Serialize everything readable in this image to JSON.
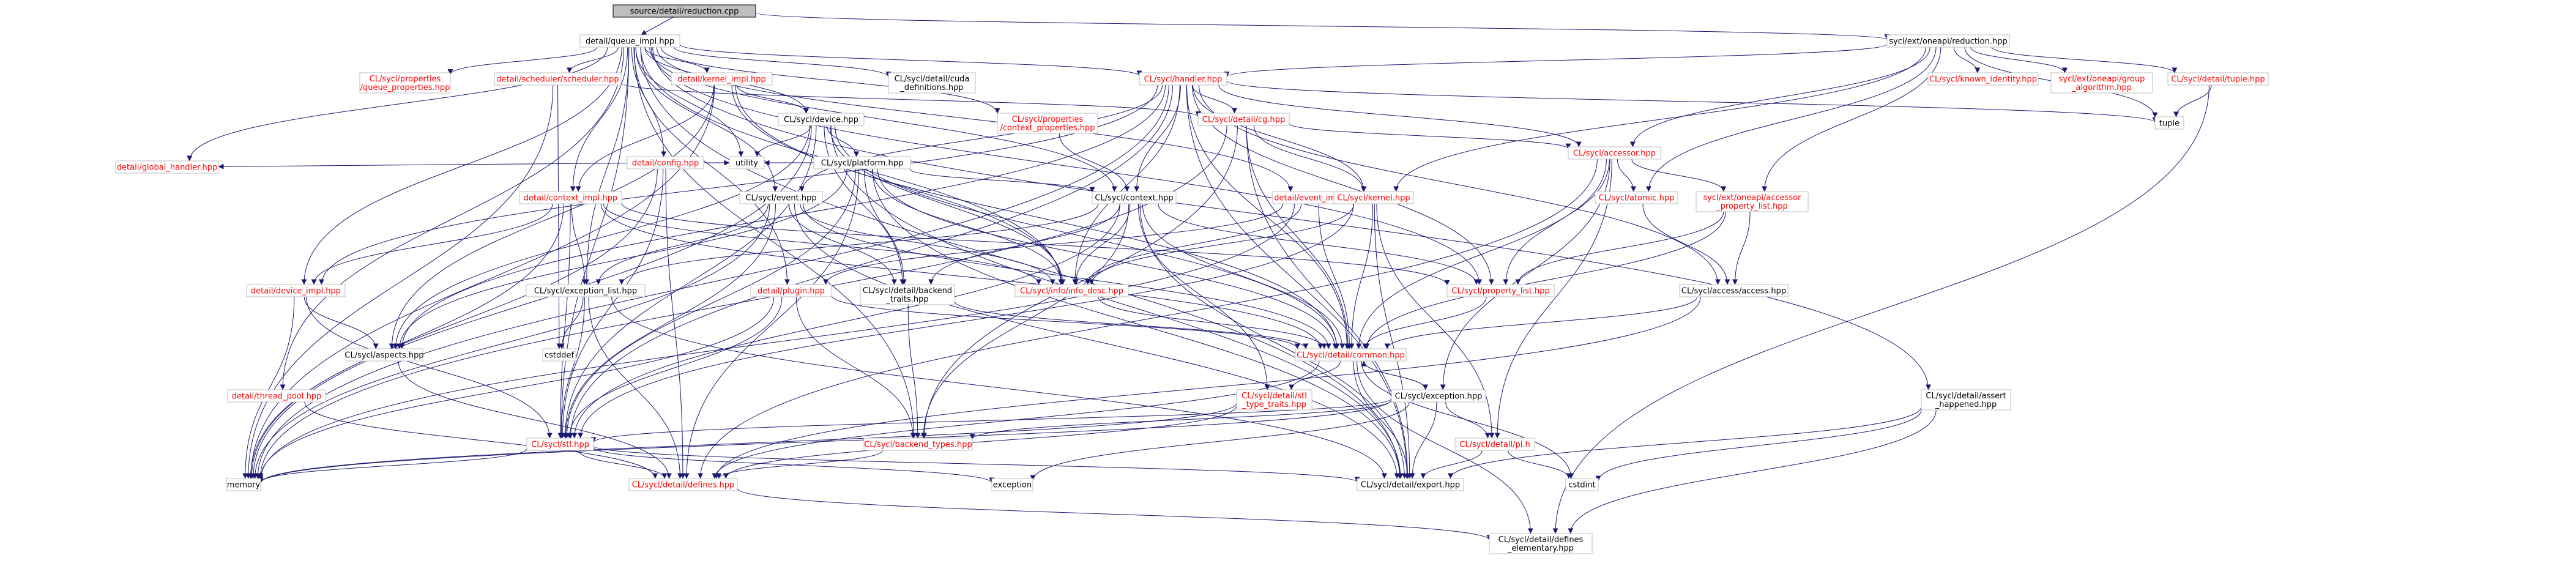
{
  "colors": {
    "edge": "#191970",
    "link_text": "#ff0000",
    "plain_text": "#000000",
    "node_border": "#bfbfbf",
    "root_fill": "#bfbfbf",
    "root_border": "#000000",
    "node_fill": "#ffffff"
  },
  "nodes": {
    "root": {
      "lines": [
        "source/detail/reduction.cpp"
      ],
      "style": "root"
    },
    "queue_impl": {
      "lines": [
        "detail/queue_impl.hpp"
      ],
      "style": "plain"
    },
    "ext_reduction": {
      "lines": [
        "sycl/ext/oneapi/reduction.hpp"
      ],
      "style": "plain"
    },
    "cuda_defs": {
      "lines": [
        "CL/sycl/detail/cuda",
        "_definitions.hpp"
      ],
      "style": "plain"
    },
    "global_handler": {
      "lines": [
        "detail/global_handler.hpp"
      ],
      "style": "link"
    },
    "prop_queue": {
      "lines": [
        "CL/sycl/properties",
        "/queue_properties.hpp"
      ],
      "style": "link"
    },
    "scheduler": {
      "lines": [
        "detail/scheduler/scheduler.hpp"
      ],
      "style": "link"
    },
    "kernel_impl": {
      "lines": [
        "detail/kernel_impl.hpp"
      ],
      "style": "link"
    },
    "handler": {
      "lines": [
        "CL/sycl/handler.hpp"
      ],
      "style": "link"
    },
    "known_identity": {
      "lines": [
        "CL/sycl/known_identity.hpp"
      ],
      "style": "link"
    },
    "group_algorithm": {
      "lines": [
        "sycl/ext/oneapi/group",
        "_algorithm.hpp"
      ],
      "style": "link"
    },
    "tuple_hpp": {
      "lines": [
        "CL/sycl/detail/tuple.hpp"
      ],
      "style": "link"
    },
    "tuple": {
      "lines": [
        "tuple"
      ],
      "style": "plain"
    },
    "device": {
      "lines": [
        "CL/sycl/device.hpp"
      ],
      "style": "plain"
    },
    "prop_context": {
      "lines": [
        "CL/sycl/properties",
        "/context_properties.hpp"
      ],
      "style": "link"
    },
    "cg": {
      "lines": [
        "CL/sycl/detail/cg.hpp"
      ],
      "style": "link"
    },
    "accessor": {
      "lines": [
        "CL/sycl/accessor.hpp"
      ],
      "style": "link"
    },
    "config": {
      "lines": [
        "detail/config.hpp"
      ],
      "style": "link"
    },
    "platform": {
      "lines": [
        "CL/sycl/platform.hpp"
      ],
      "style": "plain"
    },
    "event_impl": {
      "lines": [
        "detail/event_impl.hpp"
      ],
      "style": "link"
    },
    "kernel": {
      "lines": [
        "CL/sycl/kernel.hpp"
      ],
      "style": "link"
    },
    "atomic": {
      "lines": [
        "CL/sycl/atomic.hpp"
      ],
      "style": "link"
    },
    "accessor_prop": {
      "lines": [
        "sycl/ext/oneapi/accessor",
        "_property_list.hpp"
      ],
      "style": "link"
    },
    "context_impl": {
      "lines": [
        "detail/context_impl.hpp"
      ],
      "style": "link"
    },
    "event": {
      "lines": [
        "CL/sycl/event.hpp"
      ],
      "style": "plain"
    },
    "context": {
      "lines": [
        "CL/sycl/context.hpp"
      ],
      "style": "plain"
    },
    "utility": {
      "lines": [
        "utility"
      ],
      "style": "plain"
    },
    "device_impl": {
      "lines": [
        "detail/device_impl.hpp"
      ],
      "style": "link"
    },
    "plugin": {
      "lines": [
        "detail/plugin.hpp"
      ],
      "style": "link"
    },
    "exception_list": {
      "lines": [
        "CL/sycl/exception_list.hpp"
      ],
      "style": "plain"
    },
    "backend_traits": {
      "lines": [
        "CL/sycl/detail/backend",
        "_traits.hpp"
      ],
      "style": "plain"
    },
    "info_desc": {
      "lines": [
        "CL/sycl/info/info_desc.hpp"
      ],
      "style": "link"
    },
    "property_list": {
      "lines": [
        "CL/sycl/property_list.hpp"
      ],
      "style": "link"
    },
    "access": {
      "lines": [
        "CL/sycl/access/access.hpp"
      ],
      "style": "plain"
    },
    "aspects": {
      "lines": [
        "CL/sycl/aspects.hpp"
      ],
      "style": "plain"
    },
    "cstddef": {
      "lines": [
        "cstddef"
      ],
      "style": "plain"
    },
    "common": {
      "lines": [
        "CL/sycl/detail/common.hpp"
      ],
      "style": "link"
    },
    "thread_pool": {
      "lines": [
        "detail/thread_pool.hpp"
      ],
      "style": "link"
    },
    "stl_type_traits": {
      "lines": [
        "CL/sycl/detail/stl",
        "_type_traits.hpp"
      ],
      "style": "link"
    },
    "exception_hpp": {
      "lines": [
        "CL/sycl/exception.hpp"
      ],
      "style": "plain"
    },
    "assert_happened": {
      "lines": [
        "CL/sycl/detail/assert",
        "_happened.hpp"
      ],
      "style": "plain"
    },
    "stl": {
      "lines": [
        "CL/sycl/stl.hpp"
      ],
      "style": "link"
    },
    "backend_types": {
      "lines": [
        "CL/sycl/backend_types.hpp"
      ],
      "style": "link"
    },
    "pi_h": {
      "lines": [
        "CL/sycl/detail/pi.h"
      ],
      "style": "link"
    },
    "memory": {
      "lines": [
        "memory"
      ],
      "style": "plain"
    },
    "defines": {
      "lines": [
        "CL/sycl/detail/defines.hpp"
      ],
      "style": "link"
    },
    "exception": {
      "lines": [
        "exception"
      ],
      "style": "plain"
    },
    "export": {
      "lines": [
        "CL/sycl/detail/export.hpp"
      ],
      "style": "plain"
    },
    "cstdint": {
      "lines": [
        "cstdint"
      ],
      "style": "plain"
    },
    "defines_elementary": {
      "lines": [
        "CL/sycl/detail/defines",
        "_elementary.hpp"
      ],
      "style": "plain"
    }
  },
  "edges": [
    [
      "root",
      "queue_impl"
    ],
    [
      "root",
      "ext_reduction"
    ],
    [
      "queue_impl",
      "handler"
    ],
    [
      "queue_impl",
      "cuda_defs"
    ],
    [
      "queue_impl",
      "global_handler"
    ],
    [
      "queue_impl",
      "prop_queue"
    ],
    [
      "queue_impl",
      "scheduler"
    ],
    [
      "queue_impl",
      "kernel_impl"
    ],
    [
      "queue_impl",
      "device"
    ],
    [
      "queue_impl",
      "prop_context"
    ],
    [
      "queue_impl",
      "config"
    ],
    [
      "queue_impl",
      "event_impl"
    ],
    [
      "queue_impl",
      "context_impl"
    ],
    [
      "queue_impl",
      "event"
    ],
    [
      "queue_impl",
      "context"
    ],
    [
      "queue_impl",
      "utility"
    ],
    [
      "queue_impl",
      "device_impl"
    ],
    [
      "queue_impl",
      "plugin"
    ],
    [
      "queue_impl",
      "exception_list"
    ],
    [
      "queue_impl",
      "property_list"
    ],
    [
      "queue_impl",
      "thread_pool"
    ],
    [
      "queue_impl",
      "stl"
    ],
    [
      "queue_impl",
      "backend_types"
    ],
    [
      "queue_impl",
      "export"
    ],
    [
      "queue_impl",
      "assert_happened"
    ],
    [
      "queue_impl",
      "info_desc"
    ],
    [
      "ext_reduction",
      "handler"
    ],
    [
      "ext_reduction",
      "known_identity"
    ],
    [
      "ext_reduction",
      "group_algorithm"
    ],
    [
      "ext_reduction",
      "tuple_hpp"
    ],
    [
      "ext_reduction",
      "tuple"
    ],
    [
      "ext_reduction",
      "accessor"
    ],
    [
      "ext_reduction",
      "kernel"
    ],
    [
      "ext_reduction",
      "atomic"
    ],
    [
      "ext_reduction",
      "accessor_prop"
    ],
    [
      "tuple_hpp",
      "tuple"
    ],
    [
      "tuple_hpp",
      "defines_elementary"
    ],
    [
      "handler",
      "tuple"
    ],
    [
      "handler",
      "cg"
    ],
    [
      "handler",
      "accessor"
    ],
    [
      "handler",
      "kernel"
    ],
    [
      "handler",
      "context"
    ],
    [
      "handler",
      "event"
    ],
    [
      "handler",
      "device_impl"
    ],
    [
      "handler",
      "memory"
    ],
    [
      "handler",
      "common"
    ],
    [
      "handler",
      "stl"
    ],
    [
      "handler",
      "property_list"
    ],
    [
      "handler",
      "info_desc"
    ],
    [
      "handler",
      "export"
    ],
    [
      "handler",
      "access"
    ],
    [
      "handler",
      "aspects"
    ],
    [
      "scheduler",
      "memory"
    ],
    [
      "scheduler",
      "cstddef"
    ],
    [
      "scheduler",
      "cg"
    ],
    [
      "kernel_impl",
      "device"
    ],
    [
      "kernel_impl",
      "context_impl"
    ],
    [
      "kernel_impl",
      "info_desc"
    ],
    [
      "kernel_impl",
      "memory"
    ],
    [
      "kernel_impl",
      "common"
    ],
    [
      "kernel_impl",
      "aspects"
    ],
    [
      "device",
      "platform"
    ],
    [
      "device",
      "aspects"
    ],
    [
      "device",
      "backend_traits"
    ],
    [
      "device",
      "info_desc"
    ],
    [
      "device",
      "stl"
    ],
    [
      "device",
      "common"
    ],
    [
      "device",
      "export"
    ],
    [
      "device",
      "utility"
    ],
    [
      "device",
      "memory"
    ],
    [
      "prop_context",
      "context"
    ],
    [
      "cg",
      "accessor"
    ],
    [
      "cg",
      "kernel"
    ],
    [
      "cg",
      "common"
    ],
    [
      "cg",
      "memory"
    ],
    [
      "cg",
      "export"
    ],
    [
      "cg",
      "backend_types"
    ],
    [
      "accessor",
      "atomic"
    ],
    [
      "accessor",
      "accessor_prop"
    ],
    [
      "accessor",
      "common"
    ],
    [
      "accessor",
      "property_list"
    ],
    [
      "accessor",
      "pi_h"
    ],
    [
      "accessor",
      "defines"
    ],
    [
      "accessor",
      "exception_hpp"
    ],
    [
      "config",
      "global_handler"
    ],
    [
      "config",
      "memory"
    ],
    [
      "config",
      "utility"
    ],
    [
      "config",
      "stl"
    ],
    [
      "config",
      "defines"
    ],
    [
      "platform",
      "context"
    ],
    [
      "platform",
      "backend_traits"
    ],
    [
      "platform",
      "info_desc"
    ],
    [
      "platform",
      "stl"
    ],
    [
      "platform",
      "common"
    ],
    [
      "platform",
      "export"
    ],
    [
      "platform",
      "utility"
    ],
    [
      "platform",
      "aspects"
    ],
    [
      "platform",
      "defines"
    ],
    [
      "event_impl",
      "plugin"
    ],
    [
      "event_impl",
      "info_desc"
    ],
    [
      "event_impl",
      "common"
    ],
    [
      "event_impl",
      "memory"
    ],
    [
      "kernel",
      "info_desc"
    ],
    [
      "kernel",
      "common"
    ],
    [
      "kernel",
      "stl"
    ],
    [
      "kernel",
      "pi_h"
    ],
    [
      "kernel",
      "export"
    ],
    [
      "atomic",
      "access"
    ],
    [
      "accessor_prop",
      "property_list"
    ],
    [
      "accessor_prop",
      "access"
    ],
    [
      "accessor_prop",
      "common"
    ],
    [
      "context_impl",
      "device_impl"
    ],
    [
      "context_impl",
      "exception_list"
    ],
    [
      "context_impl",
      "info_desc"
    ],
    [
      "context_impl",
      "stl"
    ],
    [
      "context_impl",
      "memory"
    ],
    [
      "context_impl",
      "common"
    ],
    [
      "context_impl",
      "property_list"
    ],
    [
      "event",
      "backend_traits"
    ],
    [
      "event",
      "info_desc"
    ],
    [
      "event",
      "stl"
    ],
    [
      "event",
      "common"
    ],
    [
      "event",
      "memory"
    ],
    [
      "event",
      "export"
    ],
    [
      "event",
      "exception_list"
    ],
    [
      "context",
      "exception_list"
    ],
    [
      "context",
      "info_desc"
    ],
    [
      "context",
      "property_list"
    ],
    [
      "context",
      "common"
    ],
    [
      "context",
      "stl"
    ],
    [
      "context",
      "backend_traits"
    ],
    [
      "context",
      "export"
    ],
    [
      "context",
      "stl_type_traits"
    ],
    [
      "context",
      "backend_types"
    ],
    [
      "device_impl",
      "aspects"
    ],
    [
      "device_impl",
      "memory"
    ],
    [
      "device_impl",
      "stl"
    ],
    [
      "plugin",
      "common"
    ],
    [
      "plugin",
      "backend_types"
    ],
    [
      "plugin",
      "stl"
    ],
    [
      "plugin",
      "memory"
    ],
    [
      "exception_list",
      "stl"
    ],
    [
      "exception_list",
      "cstddef"
    ],
    [
      "exception_list",
      "defines"
    ],
    [
      "exception_list",
      "export"
    ],
    [
      "backend_traits",
      "backend_types"
    ],
    [
      "backend_traits",
      "common"
    ],
    [
      "info_desc",
      "common"
    ],
    [
      "property_list",
      "common"
    ],
    [
      "access",
      "common"
    ],
    [
      "access",
      "defines"
    ],
    [
      "aspects",
      "defines"
    ],
    [
      "common",
      "exception_hpp"
    ],
    [
      "common",
      "stl_type_traits"
    ],
    [
      "common",
      "export"
    ],
    [
      "common",
      "defines"
    ],
    [
      "common",
      "cstdint"
    ],
    [
      "common",
      "defines_elementary"
    ],
    [
      "thread_pool",
      "defines"
    ],
    [
      "stl_type_traits",
      "memory"
    ],
    [
      "stl_type_traits",
      "defines"
    ],
    [
      "exception_hpp",
      "common"
    ],
    [
      "exception_hpp",
      "stl"
    ],
    [
      "exception_hpp",
      "pi_h"
    ],
    [
      "exception_hpp",
      "exception"
    ],
    [
      "exception_hpp",
      "export"
    ],
    [
      "exception_hpp",
      "memory"
    ],
    [
      "exception_hpp",
      "backend_types"
    ],
    [
      "assert_happened",
      "export"
    ],
    [
      "assert_happened",
      "cstdint"
    ],
    [
      "assert_happened",
      "defines_elementary"
    ],
    [
      "stl",
      "memory"
    ],
    [
      "stl",
      "exception"
    ],
    [
      "stl",
      "defines"
    ],
    [
      "stl",
      "export"
    ],
    [
      "backend_types",
      "defines"
    ],
    [
      "pi_h",
      "export"
    ],
    [
      "pi_h",
      "cstdint"
    ],
    [
      "defines",
      "defines_elementary"
    ]
  ]
}
